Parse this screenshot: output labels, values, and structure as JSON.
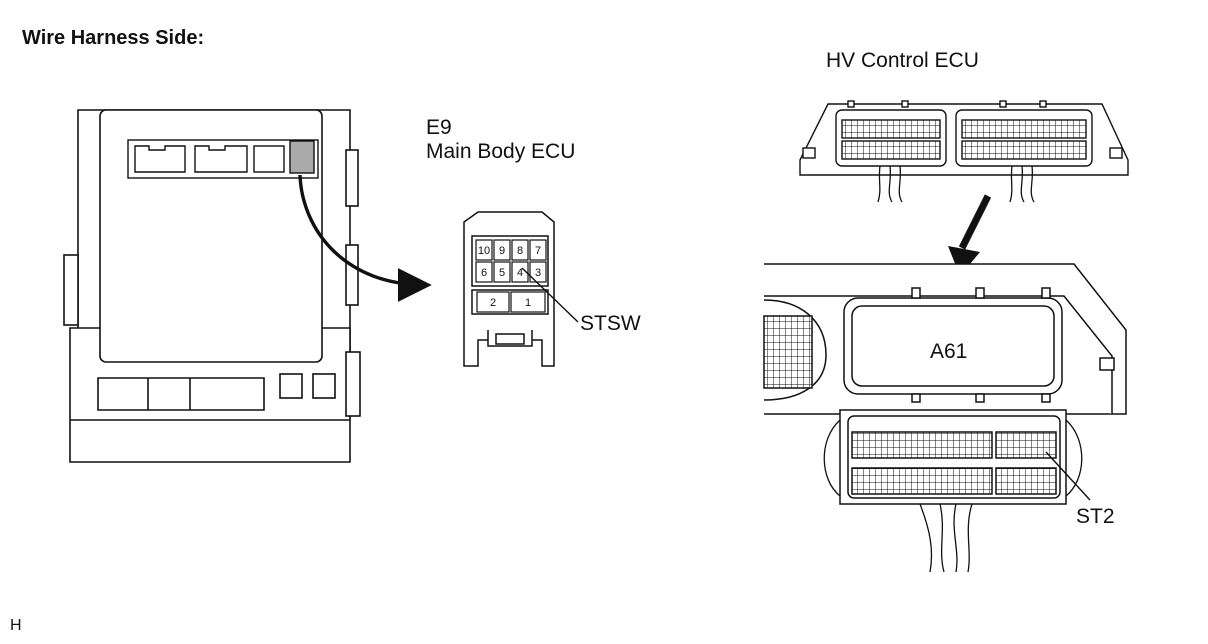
{
  "header": {
    "title": "Wire Harness Side:"
  },
  "main_body_ecu": {
    "connector_id": "E9",
    "name": "Main Body ECU",
    "pins_row1": [
      "10",
      "9",
      "8",
      "7"
    ],
    "pins_row2": [
      "6",
      "5",
      "4",
      "3"
    ],
    "pins_row3": [
      "2",
      "1"
    ],
    "callout": "STSW"
  },
  "hv_control_ecu": {
    "name": "HV Control ECU",
    "connector_id": "A61",
    "callout": "ST2"
  },
  "footer": {
    "code": "H"
  },
  "colors": {
    "line": "#111111",
    "highlight": "#aaaaaa",
    "background": "#ffffff"
  }
}
